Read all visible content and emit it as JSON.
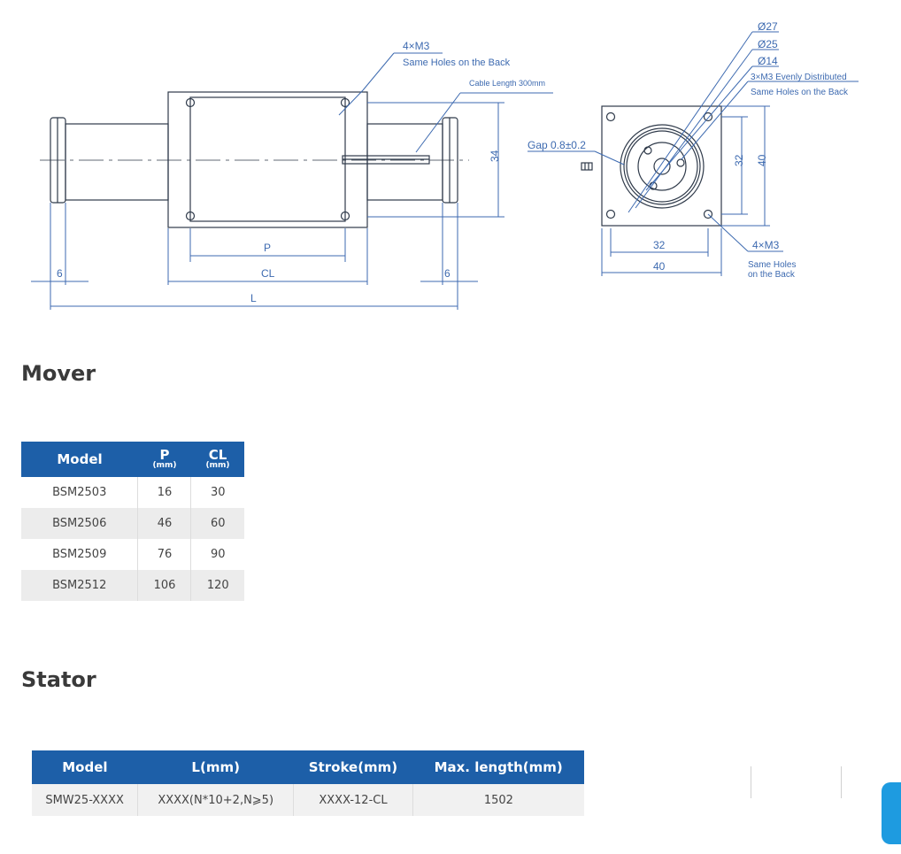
{
  "drawing": {
    "side_view": {
      "holes_callout": "4×M3",
      "holes_note": "Same Holes on the Back",
      "cable_note": "Cable Length 300mm",
      "height_dim": "34",
      "p_label": "P",
      "cl_label": "CL",
      "l_label": "L",
      "left_gap": "6",
      "right_gap": "6"
    },
    "end_view": {
      "d27": "Ø27",
      "d25": "Ø25",
      "d14": "Ø14",
      "center_holes": "3×M3 Evenly Distributed",
      "center_holes_note": "Same Holes on the Back",
      "gap": "Gap 0.8±0.2",
      "dim_32_v": "32",
      "dim_40_v": "40",
      "dim_32_h": "32",
      "dim_40_h": "40",
      "corner_holes": "4×M3",
      "corner_holes_note_1": "Same Holes",
      "corner_holes_note_2": "on the Back"
    }
  },
  "mover": {
    "title": "Mover",
    "headers": {
      "model": "Model",
      "p": "P",
      "p_unit": "(mm)",
      "cl": "CL",
      "cl_unit": "(mm)"
    },
    "rows": [
      {
        "model": "BSM2503",
        "p": "16",
        "cl": "30"
      },
      {
        "model": "BSM2506",
        "p": "46",
        "cl": "60"
      },
      {
        "model": "BSM2509",
        "p": "76",
        "cl": "90"
      },
      {
        "model": "BSM2512",
        "p": "106",
        "cl": "120"
      }
    ]
  },
  "stator": {
    "title": "Stator",
    "headers": {
      "model": "Model",
      "l": "L(mm)",
      "stroke": "Stroke(mm)",
      "max_length": "Max. length(mm)"
    },
    "rows": [
      {
        "model": "SMW25-XXXX",
        "l": "XXXX(N*10+2,N⩾5)",
        "stroke": "XXXX-12-CL",
        "max_length": "1502"
      }
    ]
  },
  "colors": {
    "header_bg": "#1d5fa8",
    "accent": "#1e9be0",
    "line": "#2f3a4a",
    "dim": "#3d6ab0"
  }
}
